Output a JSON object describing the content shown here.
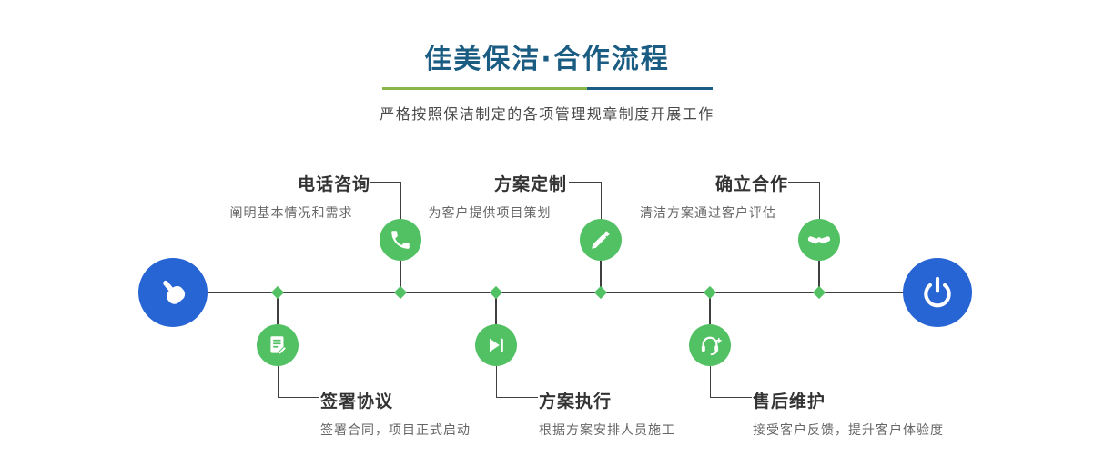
{
  "header": {
    "title": "佳美保洁·合作流程",
    "subtitle": "严格按照保洁制定的各项管理规章制度开展工作"
  },
  "timeline": {
    "start_icon": "pointing-hand-icon",
    "end_icon": "power-icon"
  },
  "steps_top": [
    {
      "title": "电话咨询",
      "desc": "阐明基本情况和需求",
      "icon": "phone-icon"
    },
    {
      "title": "方案定制",
      "desc": "为客户提供项目策划",
      "icon": "pencil-ruler-icon"
    },
    {
      "title": "确立合作",
      "desc": "清洁方案通过客户评估",
      "icon": "handshake-icon"
    }
  ],
  "steps_bottom": [
    {
      "title": "签署协议",
      "desc": "签署合同，项目正式启动",
      "icon": "contract-icon"
    },
    {
      "title": "方案执行",
      "desc": "根据方案安排人员施工",
      "icon": "play-next-icon"
    },
    {
      "title": "售后维护",
      "desc": "接受客户反馈，提升客户体验度",
      "icon": "headset-plus-icon"
    }
  ],
  "colors": {
    "title_blue": "#1a5c82",
    "underline_green": "#8ab54a",
    "node_green": "#52c163",
    "terminal_blue": "#2764d4"
  }
}
